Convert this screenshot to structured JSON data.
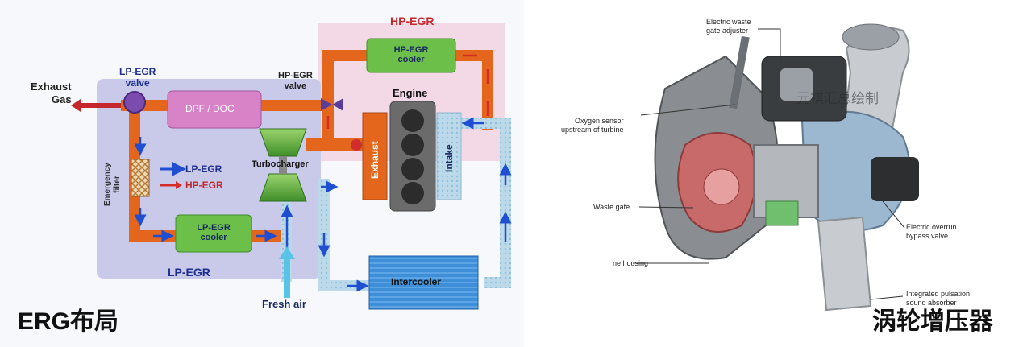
{
  "left": {
    "caption": "ERG布局",
    "labels": {
      "hp_egr_title": "HP-EGR",
      "hp_egr_cooler_1": "HP-EGR",
      "hp_egr_cooler_2": "cooler",
      "hp_egr_valve_1": "HP-EGR",
      "hp_egr_valve_2": "valve",
      "lp_egr_valve_1": "LP-EGR",
      "lp_egr_valve_2": "valve",
      "exhaust_gas_1": "Exhaust",
      "exhaust_gas_2": "Gas",
      "dpf_doc": "DPF / DOC",
      "engine": "Engine",
      "exhaust": "Exhaust",
      "intake": "Intake",
      "turbocharger": "Turbocharger",
      "emergency_filter_1": "Emergency",
      "emergency_filter_2": "filter",
      "lp_egr_cooler_1": "LP-EGR",
      "lp_egr_cooler_2": "cooler",
      "lp_egr_region": "LP-EGR",
      "intercooler": "Intercooler",
      "fresh_air": "Fresh air"
    },
    "legend": [
      {
        "label": "LP-EGR",
        "color": "#1f4fd0"
      },
      {
        "label": "HP-EGR",
        "color": "#d62b2b"
      }
    ]
  },
  "right": {
    "caption": "涡轮增压器",
    "watermark": "元祺汇总绘制",
    "annotations": {
      "electric_wastegate_1": "Electric waste",
      "electric_wastegate_2": "gate adjuster",
      "oxygen_sensor_1": "Oxygen sensor",
      "oxygen_sensor_2": "upstream of turbine",
      "waste_gate": "Waste gate",
      "housing": "ne housing",
      "overrun_valve_1": "Electric overrun",
      "overrun_valve_2": "bypass valve",
      "pulsation_1": "Integrated pulsation",
      "pulsation_2": "sound absorber"
    }
  },
  "colors": {
    "hp_region": "#f3d9e6",
    "lp_region": "#c9c9ea",
    "pipe": "#e4661c",
    "air_pipe": "#cfe3ef",
    "cooler": "#6cc04a",
    "dpf": "#d882c8",
    "intercooler": "#3d8fd6",
    "lp_text": "#1f2f8f",
    "hp_text": "#c4282d"
  }
}
